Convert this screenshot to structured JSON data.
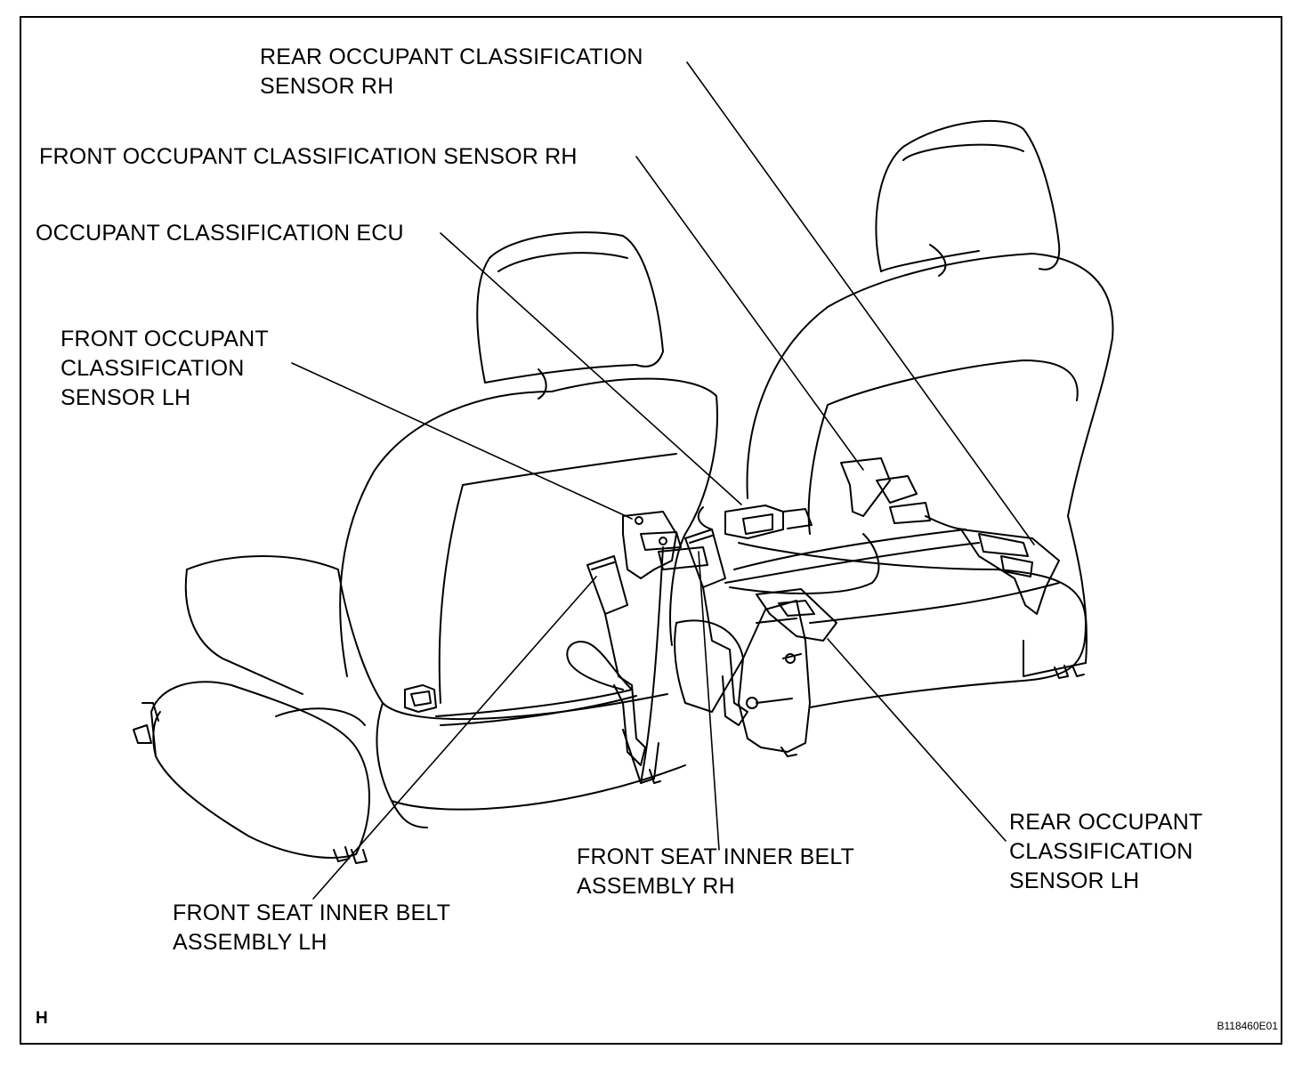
{
  "labels": {
    "rear_sensor_rh": [
      "REAR OCCUPANT CLASSIFICATION",
      "SENSOR RH"
    ],
    "front_sensor_rh": [
      "FRONT OCCUPANT CLASSIFICATION SENSOR RH"
    ],
    "ecu": [
      "OCCUPANT CLASSIFICATION ECU"
    ],
    "front_sensor_lh": [
      "FRONT OCCUPANT",
      "CLASSIFICATION",
      "SENSOR LH"
    ],
    "belt_rh": [
      "FRONT SEAT INNER BELT",
      "ASSEMBLY RH"
    ],
    "rear_sensor_lh": [
      "REAR OCCUPANT",
      "CLASSIFICATION",
      "SENSOR LH"
    ],
    "belt_lh": [
      "FRONT SEAT INNER BELT",
      "ASSEMBLY LH"
    ]
  },
  "corner_mark": "H",
  "figure_code": "B118460E01"
}
